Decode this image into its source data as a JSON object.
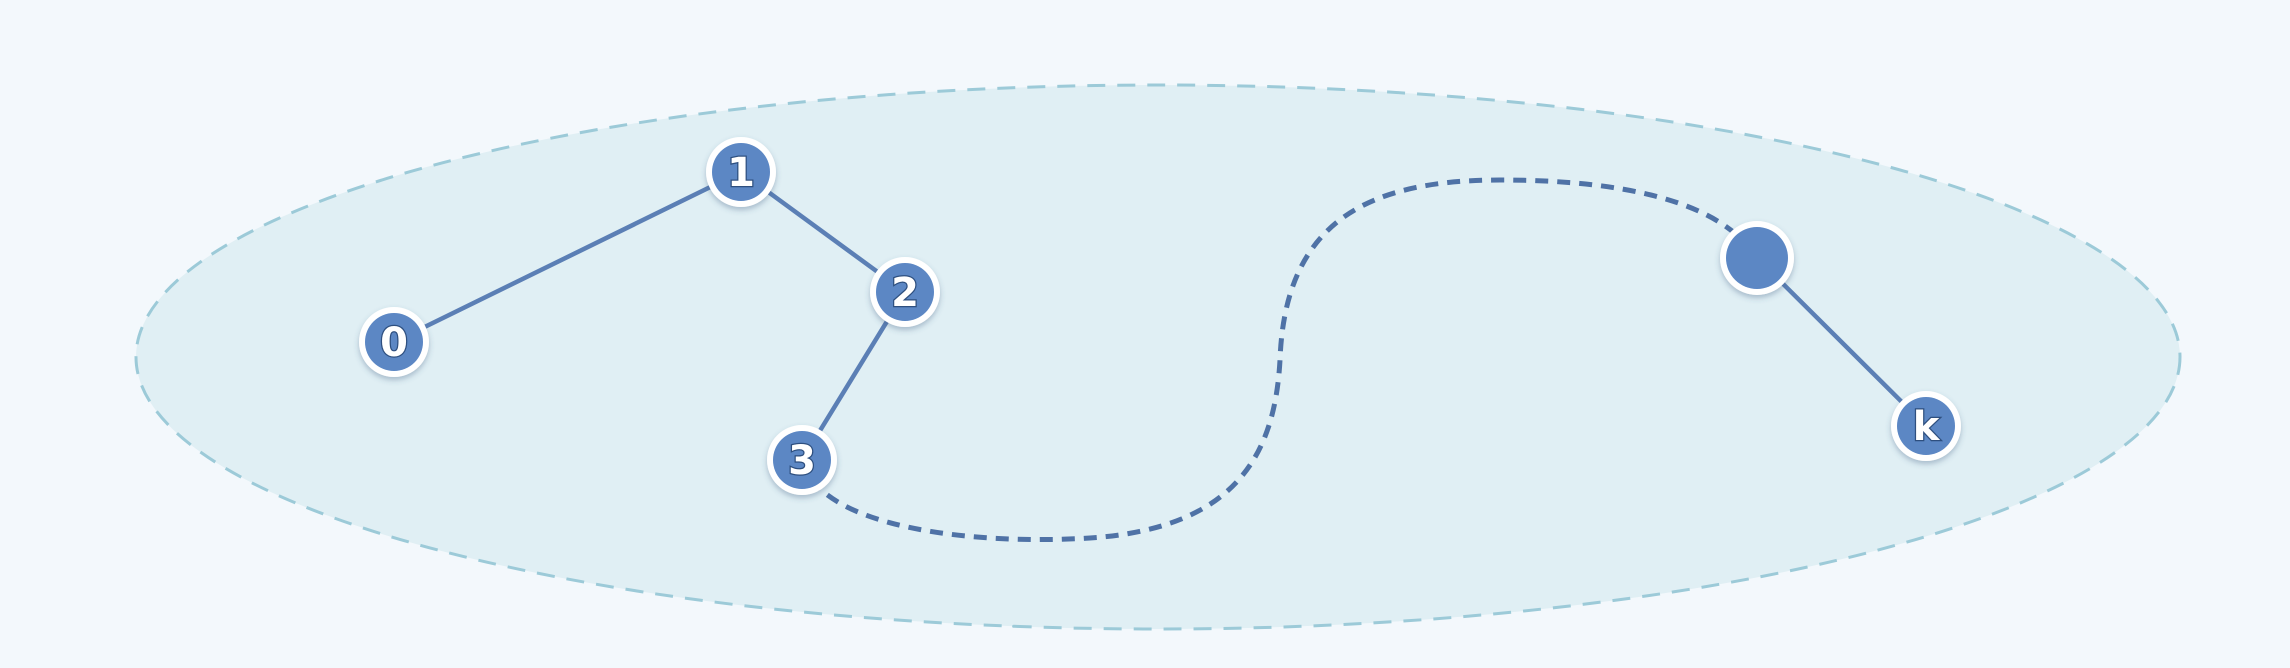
{
  "diagram": {
    "colors": {
      "background": "#f3f8fc",
      "region_fill": "#e0eff4",
      "region_stroke": "#9ccad8",
      "node_fill": "#5b87c4",
      "node_ring": "#ffffff",
      "edge": "#5b7fb5",
      "path_dashed": "#4f72a6"
    },
    "nodes": [
      {
        "id": "n0",
        "label": "0"
      },
      {
        "id": "n1",
        "label": "1"
      },
      {
        "id": "n2",
        "label": "2"
      },
      {
        "id": "n3",
        "label": "3"
      },
      {
        "id": "nx",
        "label": ""
      },
      {
        "id": "nk",
        "label": "k"
      }
    ],
    "edges": [
      {
        "from": "n0",
        "to": "n1",
        "style": "solid"
      },
      {
        "from": "n1",
        "to": "n2",
        "style": "solid"
      },
      {
        "from": "n2",
        "to": "n3",
        "style": "solid"
      },
      {
        "from": "n3",
        "to": "nx",
        "style": "dashed"
      },
      {
        "from": "nx",
        "to": "nk",
        "style": "solid"
      }
    ]
  }
}
